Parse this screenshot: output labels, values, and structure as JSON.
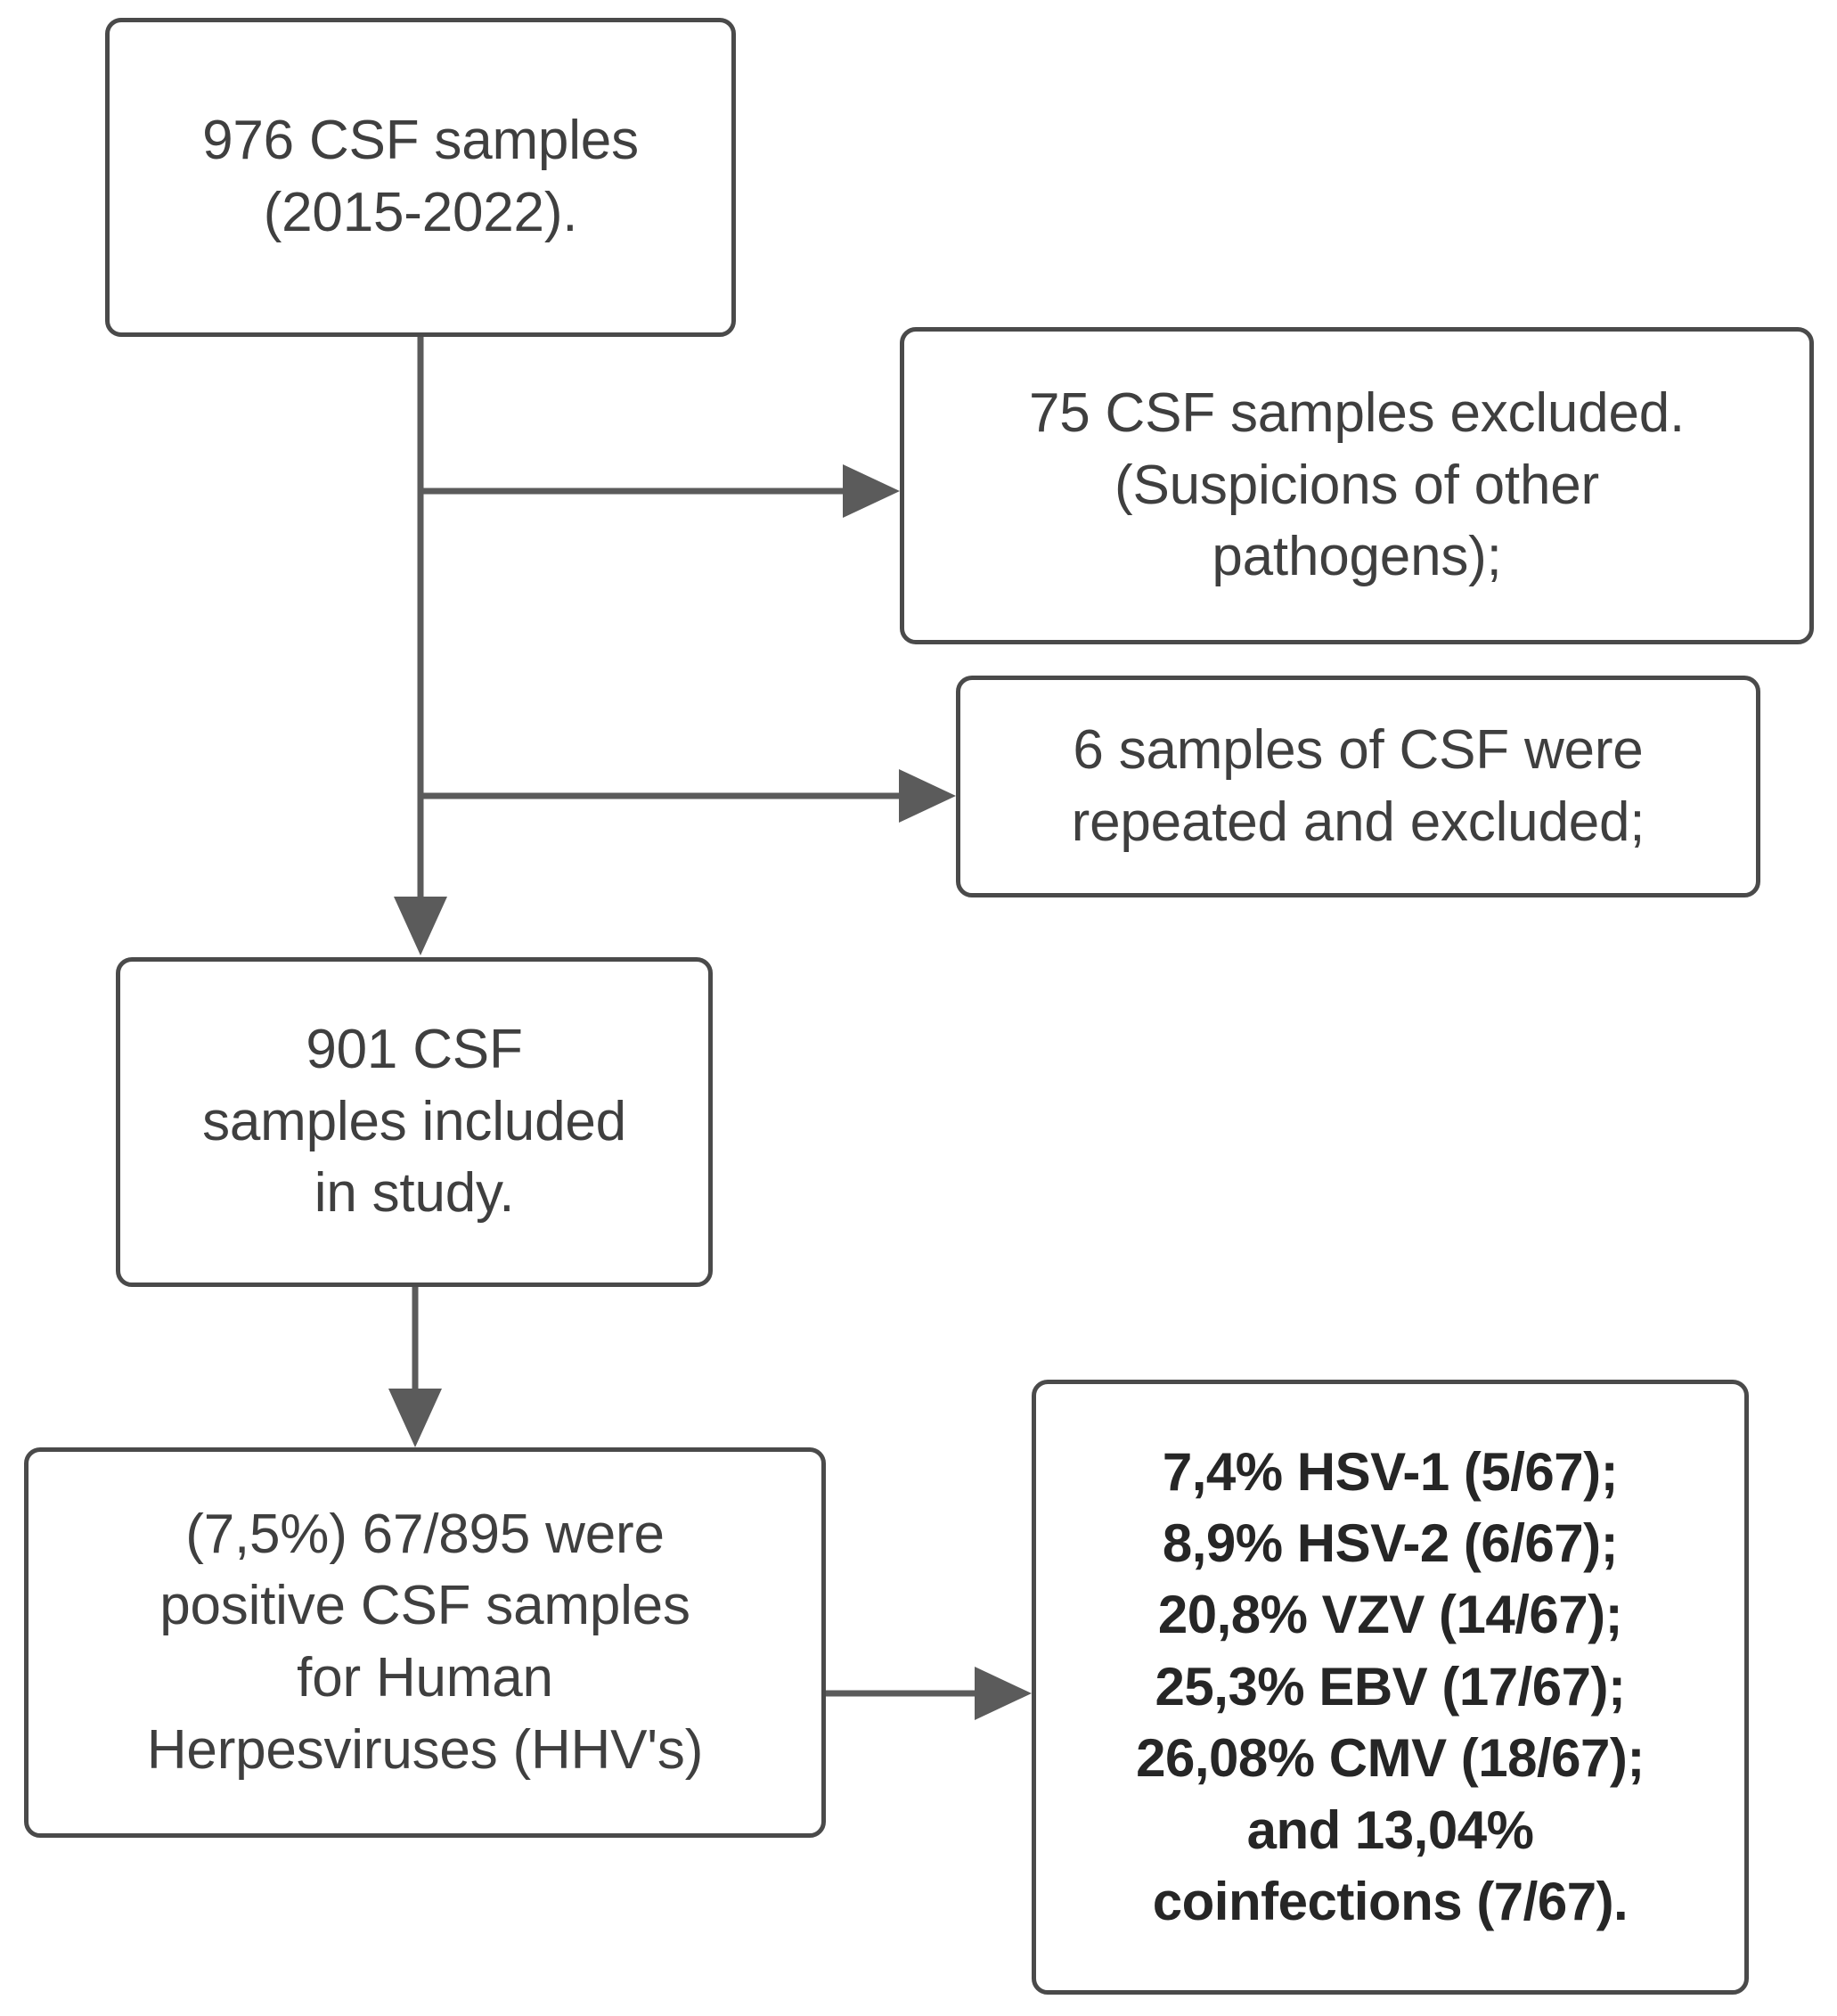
{
  "diagram": {
    "type": "flowchart",
    "title": "CSF sample selection flow diagram",
    "colors": {
      "border": "#4a4a4a",
      "edge": "#5b5b5b",
      "text": "#3f3f3f",
      "bold_text": "#262626",
      "background": "#ffffff"
    },
    "nodes": [
      {
        "id": "source",
        "name": "source-samples-box",
        "text": "976 CSF samples\n(2015-2022).",
        "bold": false
      },
      {
        "id": "excluded",
        "name": "excluded-samples-box",
        "text": "75 CSF samples excluded.\n(Suspicions of other\npathogens);",
        "bold": false
      },
      {
        "id": "repeated",
        "name": "repeated-samples-box",
        "text": "6 samples of CSF were\nrepeated and excluded;",
        "bold": false
      },
      {
        "id": "included",
        "name": "included-samples-box",
        "text": "901 CSF\nsamples included\nin study.",
        "bold": false
      },
      {
        "id": "positive",
        "name": "positive-samples-box",
        "text": "(7,5%) 67/895 were\npositive CSF samples\nfor Human\nHerpesviruses (HHV's)",
        "bold": false
      },
      {
        "id": "results",
        "name": "virus-breakdown-box",
        "text": "7,4% HSV-1 (5/67);\n8,9% HSV-2 (6/67);\n20,8% VZV (14/67);\n25,3% EBV (17/67);\n26,08% CMV (18/67);\nand 13,04%\ncoinfections (7/67).",
        "bold": true
      }
    ],
    "edges": [
      {
        "name": "edge-source-to-excluded",
        "from": "source",
        "to": "excluded",
        "arrow": true
      },
      {
        "name": "edge-source-to-repeated",
        "from": "source",
        "to": "repeated",
        "arrow": true
      },
      {
        "name": "edge-source-to-included",
        "from": "source",
        "to": "included",
        "arrow": true
      },
      {
        "name": "edge-included-to-positive",
        "from": "included",
        "to": "positive",
        "arrow": true
      },
      {
        "name": "edge-positive-to-results",
        "from": "positive",
        "to": "results",
        "arrow": true
      }
    ],
    "breakdown_items": [
      {
        "percent": "7,4%",
        "virus": "HSV-1",
        "count": "(5/67)"
      },
      {
        "percent": "8,9%",
        "virus": "HSV-2",
        "count": "(6/67)"
      },
      {
        "percent": "20,8%",
        "virus": "VZV",
        "count": "(14/67)"
      },
      {
        "percent": "25,3%",
        "virus": "EBV",
        "count": "(17/67)"
      },
      {
        "percent": "26,08%",
        "virus": "CMV",
        "count": "(18/67)"
      },
      {
        "percent": "13,04%",
        "virus": "coinfections",
        "count": "(7/67)"
      }
    ],
    "counts": {
      "total_samples": 976,
      "period": "2015-2022",
      "excluded_other_pathogens": 75,
      "excluded_repeated": 6,
      "included": 901,
      "positive": 67,
      "tested": 895,
      "positive_percent": "7,5%"
    }
  }
}
